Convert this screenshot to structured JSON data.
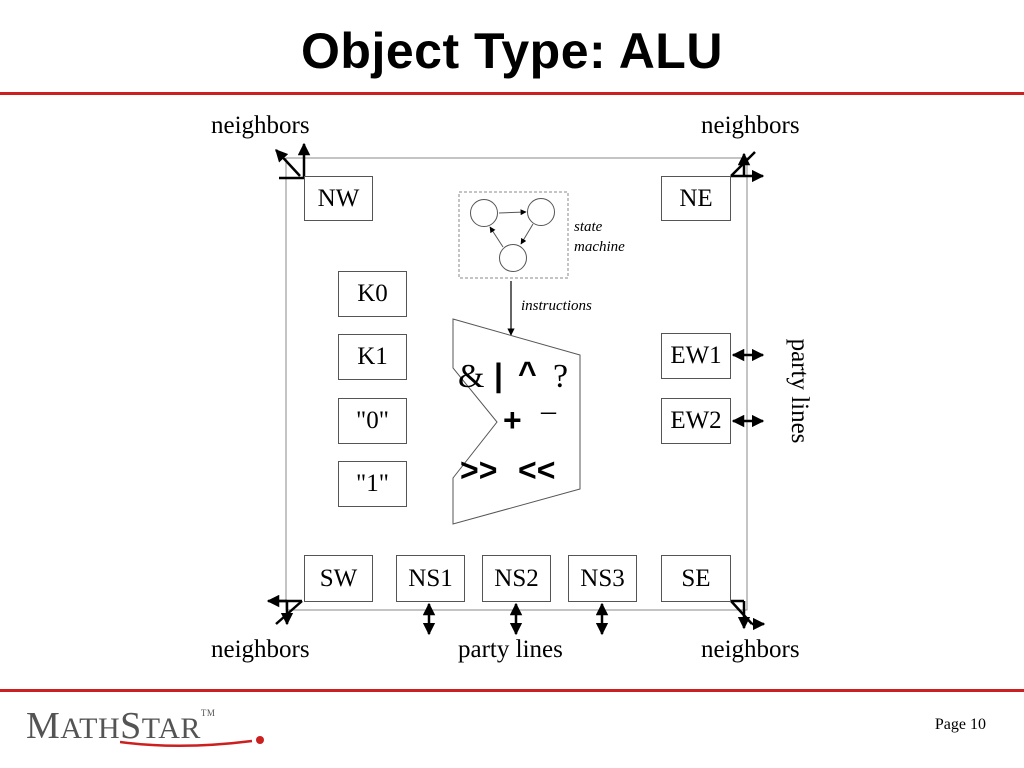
{
  "slide": {
    "title": "Object Type:  ALU",
    "page_label": "Page 10"
  },
  "labels": {
    "neighbors_top_left": "neighbors",
    "neighbors_top_right": "neighbors",
    "neighbors_bottom_left": "neighbors",
    "neighbors_bottom_right": "neighbors",
    "party_lines_bottom": "party lines",
    "party_lines_right": "party lines",
    "state_machine": "state\nmachine",
    "instructions": "instructions"
  },
  "blocks": {
    "nw": "NW",
    "ne": "NE",
    "sw": "SW",
    "se": "SE",
    "k0": "K0",
    "k1": "K1",
    "const0": "\"0\"",
    "const1": "\"1\"",
    "ew1": "EW1",
    "ew2": "EW2",
    "ns1": "NS1",
    "ns2": "NS2",
    "ns3": "NS3"
  },
  "alu_ops": {
    "amp": "&",
    "bar": "|",
    "caret": "^",
    "question": "?",
    "plus": "+",
    "minus": "–",
    "shift_right": ">>",
    "shift_left": "<<"
  },
  "logo": {
    "big_m": "M",
    "ath": "ATH",
    "big_s": "S",
    "tar": "TAR",
    "tm": "TM"
  },
  "colors": {
    "accent_red": "#cc1f1f",
    "logo_gray": "#545454"
  }
}
